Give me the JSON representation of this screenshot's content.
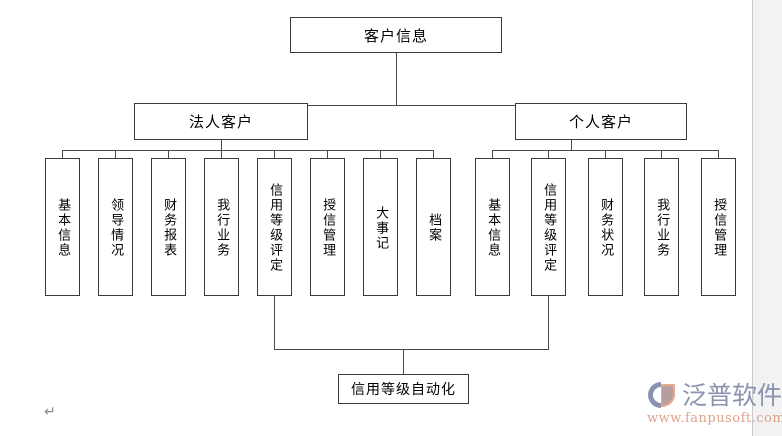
{
  "document": {
    "type": "org-chart",
    "paragraph_mark": "↵"
  },
  "chart_data": {
    "type": "tree",
    "title": "客户信息",
    "nodes": {
      "root": {
        "label": "客户信息"
      },
      "level2": [
        {
          "id": "corporate",
          "label": "法人客户"
        },
        {
          "id": "individual",
          "label": "个人客户"
        }
      ],
      "corporate_children": [
        {
          "label": "基本信息"
        },
        {
          "label": "领导情况"
        },
        {
          "label": "财务报表"
        },
        {
          "label": "我行业务"
        },
        {
          "label": "信用等级评定"
        },
        {
          "label": "授信管理"
        },
        {
          "label": "大事记"
        },
        {
          "label": "档案"
        }
      ],
      "individual_children": [
        {
          "label": "基本信息"
        },
        {
          "label": "信用等级评定"
        },
        {
          "label": "财务状况"
        },
        {
          "label": "我行业务"
        },
        {
          "label": "授信管理"
        }
      ],
      "bottom": {
        "label": "信用等级自动化"
      }
    }
  },
  "watermark": {
    "brand": "泛普软件",
    "url": "www.fanpusoft.com",
    "brand_color": "#8b93b0",
    "url_color": "#e0a18a",
    "mark_colors": [
      "#8b93b0",
      "#e8a98c"
    ]
  }
}
